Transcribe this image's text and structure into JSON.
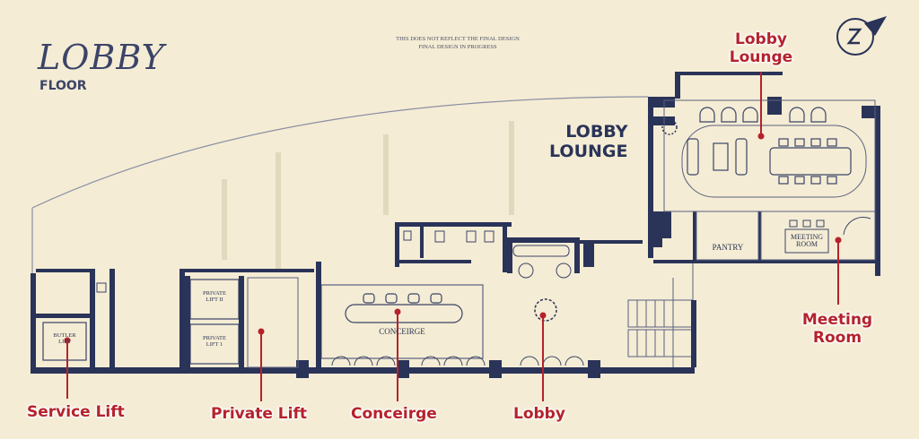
{
  "header": {
    "title_main": "LOBBY",
    "title_sub": "FLOOR",
    "disclaimer_line1": "THIS DOES NOT REFLECT THE FINAL DESIGN",
    "disclaimer_line2": "FINAL DESIGN IN PROGRESS"
  },
  "plan_labels": {
    "lobby_lounge_line1": "LOBBY",
    "lobby_lounge_line2": "LOUNGE",
    "pantry": "PANTRY",
    "meeting_room_line1": "MEETING",
    "meeting_room_line2": "ROOM",
    "conceirge": "CONCEIRGE",
    "private_lift_2_line1": "PRIVATE",
    "private_lift_2_line2": "LIFT II",
    "private_lift_1_line1": "PRIVATE",
    "private_lift_1_line2": "LIFT 1",
    "butler_lift_line1": "BUTLER",
    "butler_lift_line2": "LIFT"
  },
  "callouts": {
    "lobby_lounge_line1": "Lobby",
    "lobby_lounge_line2": "Lounge",
    "meeting_room_line1": "Meeting",
    "meeting_room_line2": "Room",
    "service_lift": "Service Lift",
    "private_lift": "Private Lift",
    "conceirge": "Conceirge",
    "lobby": "Lobby"
  },
  "colors": {
    "background": "#f4ecd4",
    "wall": "#2a3358",
    "line": "#5a6080",
    "callout": "#b5222c"
  },
  "icons": {
    "compass": "north-compass-icon"
  }
}
